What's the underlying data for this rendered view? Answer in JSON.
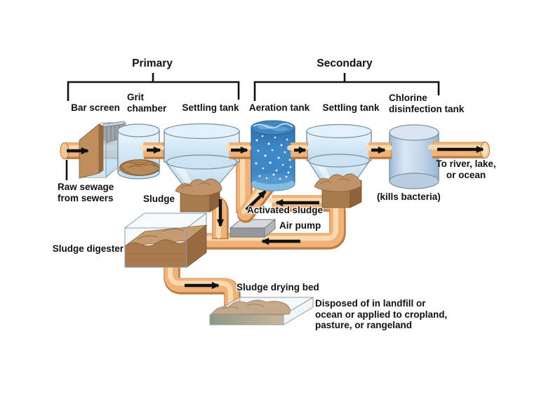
{
  "stages": {
    "primary": {
      "label": "Primary"
    },
    "secondary": {
      "label": "Secondary"
    }
  },
  "labels": {
    "bar_screen": "Bar screen",
    "grit_chamber": "Grit\nchamber",
    "settling_tank_primary": "Settling tank",
    "aeration_tank": "Aeration tank",
    "settling_tank_secondary": "Settling tank",
    "chlorine_tank": "Chlorine\ndisinfection tank",
    "raw_sewage": "Raw sewage\nfrom sewers",
    "sludge": "Sludge",
    "sludge_digester": "Sludge digester",
    "activated_sludge": "Activated sludge",
    "air_pump": "Air pump",
    "kills_bacteria": "(kills bacteria)",
    "to_river": "To river, lake,\nor ocean",
    "sludge_drying_bed": "Sludge drying bed",
    "disposal": "Disposed of in landfill or\nocean or applied to cropland,\npasture, or rangeland"
  },
  "palette": {
    "pipe": "#EFB27A",
    "pipe_dark": "#BE7B40",
    "pipe_light": "#FADCB0",
    "tank_blue": "#CFE5F4",
    "aeration_water": "#2F77B8",
    "sludge_brown": "#AB7E51",
    "pump_gray": "#9CA1A6",
    "ink": "#111111"
  }
}
